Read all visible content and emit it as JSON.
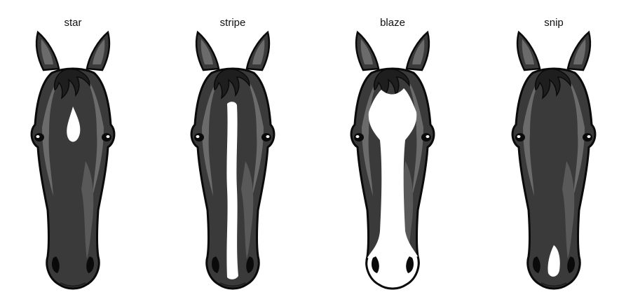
{
  "figure": {
    "markings": [
      {
        "key": "star",
        "label": "star"
      },
      {
        "key": "stripe",
        "label": "stripe"
      },
      {
        "key": "blaze",
        "label": "blaze"
      },
      {
        "key": "snip",
        "label": "snip"
      }
    ]
  },
  "colors": {
    "coat": "#3a3a3a",
    "coat_dark": "#1e1e1e",
    "highlight": "#6b6b6b",
    "white_marking": "#ffffff",
    "outline": "#0a0a0a"
  }
}
